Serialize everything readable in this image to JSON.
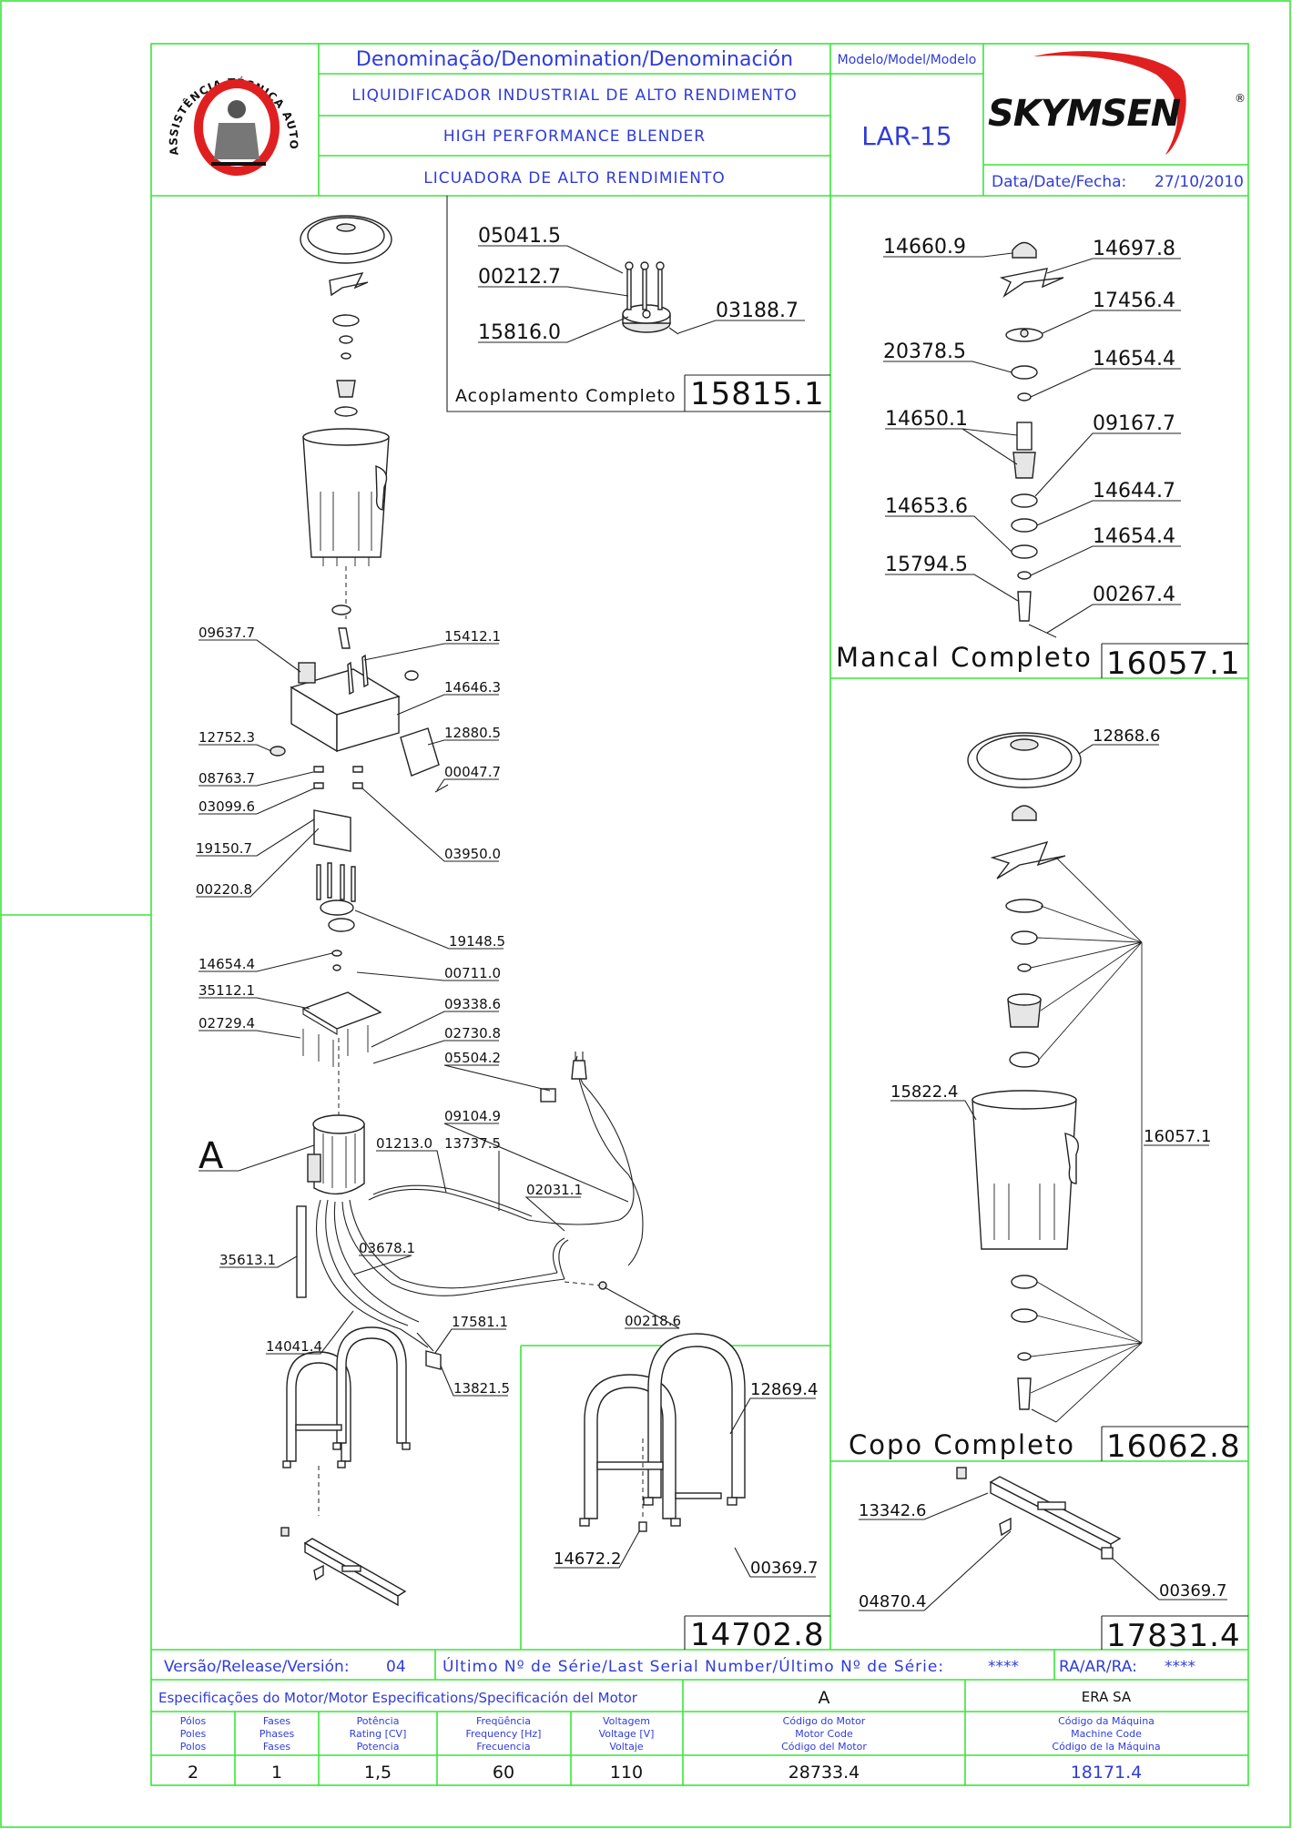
{
  "header": {
    "denomination_label": "Denominação/Denomination/Denominación",
    "name_pt": "LIQUIDIFICADOR INDUSTRIAL DE ALTO RENDIMENTO",
    "name_en": "HIGH PERFORMANCE BLENDER",
    "name_es": "LICUADORA DE ALTO RENDIMIENTO",
    "model_label": "Modelo/Model/Modelo",
    "model": "LAR-15",
    "brand": "SKYMSEN",
    "brand_mark": "®",
    "date_label": "Data/Date/Fecha:",
    "date": "27/10/2010",
    "seal_text": "ASSISTÊNCIA TÉCNICA AUTORIZADA"
  },
  "assemblies": {
    "coupling": {
      "title": "Acoplamento Completo",
      "code": "15815.1"
    },
    "bearing": {
      "title": "Mancal Completo",
      "code": "16057.1"
    },
    "cup": {
      "title": "Copo Completo",
      "code": "16062.8"
    },
    "stand": {
      "code": "14702.8"
    },
    "bracket": {
      "code": "17831.4"
    }
  },
  "labels": {
    "main": [
      {
        "id": "p09637_7",
        "text": "09637.7"
      },
      {
        "id": "p15412_1",
        "text": "15412.1"
      },
      {
        "id": "p14646_3",
        "text": "14646.3"
      },
      {
        "id": "p12752_3",
        "text": "12752.3"
      },
      {
        "id": "p12880_5",
        "text": "12880.5"
      },
      {
        "id": "p08763_7",
        "text": "08763.7"
      },
      {
        "id": "p00047_7",
        "text": "00047.7"
      },
      {
        "id": "p03099_6",
        "text": "03099.6"
      },
      {
        "id": "p19150_7",
        "text": "19150.7"
      },
      {
        "id": "p03950_0",
        "text": "03950.0"
      },
      {
        "id": "p00220_8",
        "text": "00220.8"
      },
      {
        "id": "p19148_5",
        "text": "19148.5"
      },
      {
        "id": "p14654_4m",
        "text": "14654.4"
      },
      {
        "id": "p00711_0",
        "text": "00711.0"
      },
      {
        "id": "p35112_1",
        "text": "35112.1"
      },
      {
        "id": "p09338_6",
        "text": "09338.6"
      },
      {
        "id": "p02729_4",
        "text": "02729.4"
      },
      {
        "id": "p02730_8",
        "text": "02730.8"
      },
      {
        "id": "p05504_2",
        "text": "05504.2"
      },
      {
        "id": "p09104_9",
        "text": "09104.9"
      },
      {
        "id": "pA",
        "text": "A"
      },
      {
        "id": "p01213_0",
        "text": "01213.0"
      },
      {
        "id": "p13737_5",
        "text": "13737.5"
      },
      {
        "id": "p02031_1",
        "text": "02031.1"
      },
      {
        "id": "p35613_1",
        "text": "35613.1"
      },
      {
        "id": "p03678_1",
        "text": "03678.1"
      },
      {
        "id": "p00218_6",
        "text": "00218.6"
      },
      {
        "id": "p17581_1",
        "text": "17581.1"
      },
      {
        "id": "p14041_4",
        "text": "14041.4"
      },
      {
        "id": "p13821_5",
        "text": "13821.5"
      }
    ],
    "coupling": [
      {
        "id": "c05041_5",
        "text": "05041.5"
      },
      {
        "id": "c00212_7",
        "text": "00212.7"
      },
      {
        "id": "c15816_0",
        "text": "15816.0"
      },
      {
        "id": "c03188_7",
        "text": "03188.7"
      }
    ],
    "bearing": [
      {
        "id": "b14660_9",
        "text": "14660.9"
      },
      {
        "id": "b14697_8",
        "text": "14697.8"
      },
      {
        "id": "b17456_4",
        "text": "17456.4"
      },
      {
        "id": "b20378_5",
        "text": "20378.5"
      },
      {
        "id": "b14654_4a",
        "text": "14654.4"
      },
      {
        "id": "b14650_1",
        "text": "14650.1"
      },
      {
        "id": "b09167_7",
        "text": "09167.7"
      },
      {
        "id": "b14644_7",
        "text": "14644.7"
      },
      {
        "id": "b14653_6",
        "text": "14653.6"
      },
      {
        "id": "b14654_4b",
        "text": "14654.4"
      },
      {
        "id": "b15794_5",
        "text": "15794.5"
      },
      {
        "id": "b00267_4",
        "text": "00267.4"
      }
    ],
    "cup": [
      {
        "id": "u12868_6",
        "text": "12868.6"
      },
      {
        "id": "u15822_4",
        "text": "15822.4"
      },
      {
        "id": "u16057_1",
        "text": "16057.1"
      }
    ],
    "stand": [
      {
        "id": "s12869_4",
        "text": "12869.4"
      },
      {
        "id": "s14672_2",
        "text": "14672.2"
      },
      {
        "id": "s00369_7",
        "text": "00369.7"
      }
    ],
    "bracket": [
      {
        "id": "k13342_6",
        "text": "13342.6"
      },
      {
        "id": "k04870_4",
        "text": "04870.4"
      },
      {
        "id": "k00369_7",
        "text": "00369.7"
      }
    ]
  },
  "footer": {
    "version_label": "Versão/Release/Versión:",
    "version": "04",
    "serial_label": "Último Nº de Série/Last Serial Number/Último Nº de Série:",
    "serial": "****",
    "ra_label": "RA/AR/RA:",
    "ra": "****",
    "motor_spec_label": "Especificações do Motor/Motor Especifications/Specificación del Motor",
    "motor_variant": "A",
    "manufacturer": "ERA SA",
    "columns": [
      {
        "l1": "Pólos",
        "l2": "Poles",
        "l3": "Polos",
        "value": "2"
      },
      {
        "l1": "Fases",
        "l2": "Phases",
        "l3": "Fases",
        "value": "1"
      },
      {
        "l1": "Potência",
        "l2": "Rating [CV]",
        "l3": "Potencia",
        "value": "1,5"
      },
      {
        "l1": "Freqüência",
        "l2": "Frequency [Hz]",
        "l3": "Frecuencia",
        "value": "60"
      },
      {
        "l1": "Voltagem",
        "l2": "Voltage [V]",
        "l3": "Voltaje",
        "value": "110"
      },
      {
        "l1": "Código do Motor",
        "l2": "Motor Code",
        "l3": "Código del Motor",
        "value": "28733.4"
      },
      {
        "l1": "Código da Máquina",
        "l2": "Machine Code",
        "l3": "Código de la Máquina",
        "value": "18171.4"
      }
    ]
  },
  "colors": {
    "frame": "#39e639",
    "title_text": "#2f3cd8",
    "drawing": "#222222",
    "brand": "#111111",
    "brand_swoosh": "#e02020"
  }
}
